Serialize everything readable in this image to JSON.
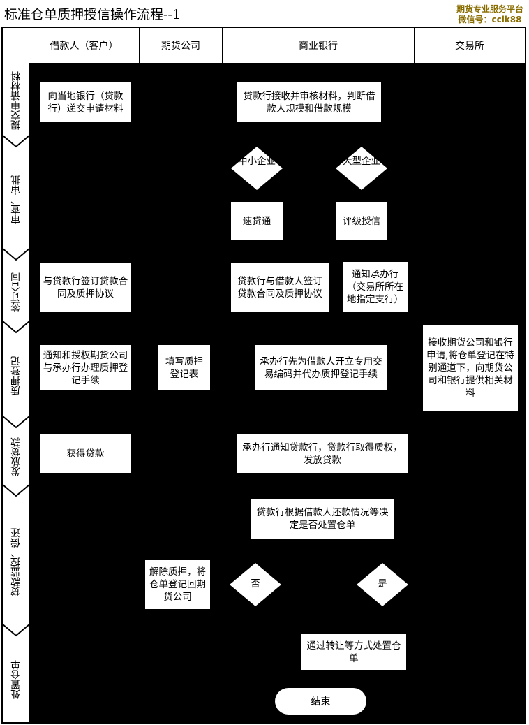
{
  "header": {
    "title": "标准仓单质押授信操作流程--1",
    "brand_line1": "期货专业服务平台",
    "brand_line2": "微信号：cclk88"
  },
  "columns": [
    "借款人（客户）",
    "期货公司",
    "商业银行",
    "交易所"
  ],
  "stages": [
    "提交申请材料",
    "审查、审批",
    "签订合同",
    "质押登记",
    "发放贷款",
    "贷款监控、偿还",
    "处置仓单"
  ],
  "boxes": {
    "submit_materials": "向当地银行（贷款行）递交申请材料",
    "review_materials": "贷款行接收并审核材料，判断借款人规模和借款规模",
    "sme": "中小企业",
    "large": "大型企业",
    "quick_loan": "速贷通",
    "rating_credit": "评级授信",
    "sign_borrower": "与贷款行签订贷款合同及质押协议",
    "sign_bank": "贷款行与借款人签订贷款合同及质押协议",
    "notify_branch": "通知承办行（交易所所在地指定支行）",
    "notify_futures": "通知和授权期货公司与承办行办理质押登记手续",
    "fill_form": "填写质押登记表",
    "branch_open": "承办行先为借款人开立专用交易编码并代办质押登记手续",
    "exchange_receive": "接收期货公司和银行申请,将仓单登记在特别通道下，向期货公司和银行提供相关材料",
    "get_loan": "获得贷款",
    "issue_loan": "承办行通知贷款行，贷款行取得质权，发放贷款",
    "decide_dispose": "贷款行根据借款人还款情况等决定是否处置仓单",
    "release_pledge": "解除质押，将仓单登记回期货公司",
    "no": "否",
    "yes": "是",
    "dispose_transfer": "通过转让等方式处置仓单",
    "end": "结束"
  }
}
